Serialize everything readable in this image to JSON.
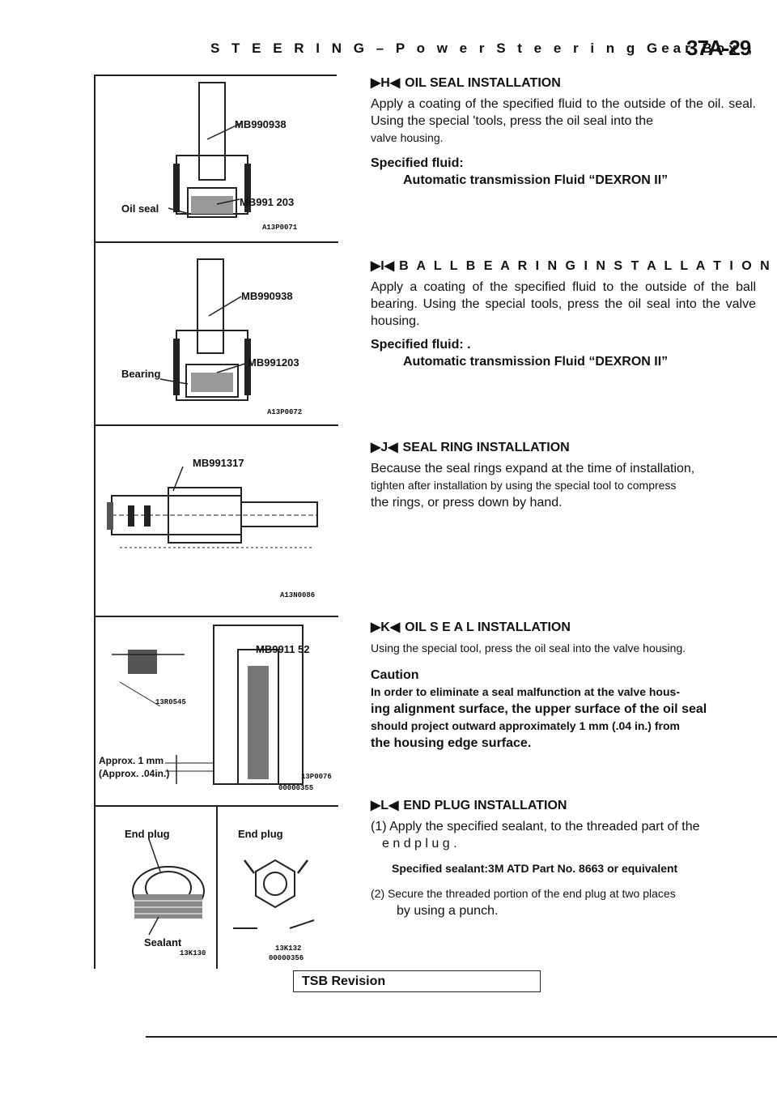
{
  "header": {
    "title": "S T E E R I N G – P o w e r S t e e r i n g Gear Box ,",
    "page": "37A-29"
  },
  "figures": {
    "fig1": {
      "tool_top": "MB990938",
      "tool_bottom": "MB991 203",
      "part": "Oil seal",
      "code": "A13P0071"
    },
    "fig2": {
      "tool_top": "MB990938",
      "tool_bottom": "MB991203",
      "part": "Bearing",
      "code": "A13P0072"
    },
    "fig3": {
      "tool": "MB991317",
      "code": "A13N0086"
    },
    "fig4": {
      "tool": "MB9911 52",
      "detail": "13R0545",
      "approx1": "Approx. 1 mm",
      "approx2": "(Approx. .04in.)",
      "code1": "13P0076",
      "code2": "00000355"
    },
    "fig5": {
      "left_label": "End plug",
      "sealant": "Sealant",
      "left_code": "13K130",
      "right_label": "End plug",
      "right_code1": "13K132",
      "right_code2": "00000356"
    }
  },
  "sections": {
    "h": {
      "marker": "▶H◀",
      "title": "OIL SEAL INSTALLATION",
      "p1": "Apply a coating of the specified fluid to the outside of the oil. seal. Using the special 'tools, press the oil seal into the",
      "p1b": "valve housing.",
      "spec_label": "Specified fluid:",
      "spec_value": "Automatic transmission Fluid “DEXRON II”"
    },
    "i": {
      "marker": "▶I◀",
      "title": "B A L L  B E A R I N G  I N S T A L L A T I O N",
      "p1": "Apply a coating of the specified fluid to the outside of the ball bearing. Using the special tools, press the oil seal into the valve housing.",
      "spec_label": "Specified fluid: .",
      "spec_value": "Automatic transmission Fluid “DEXRON II”"
    },
    "j": {
      "marker": "▶J◀",
      "title": "SEAL RING INSTALLATION",
      "p1": "Because the seal rings expand at the time of installation,",
      "p1b": "tighten after installation by using the special tool to compress",
      "p1c": "the rings, or press down by hand."
    },
    "k": {
      "marker": "▶K◀",
      "title": "OIL S E A L INSTALLATION",
      "p1": "Using the special tool, press the oil seal into the valve housing.",
      "caution": "Caution",
      "c1": "In order to eliminate a seal malfunction at the valve hous-",
      "c2": "ing alignment surface, the upper surface of the oil seal",
      "c3": "should project outward approximately 1 mm (.04 in.) from",
      "c4": "the housing edge surface."
    },
    "l": {
      "marker": "▶L◀",
      "title": "END PLUG INSTALLATION",
      "p1": "(1) Apply the specified sealant, to the threaded part of the",
      "p1b": "e n d  p l u g .",
      "spec": "Specified sealant:3M ATD Part No. 8663 or equivalent",
      "p2": "(2) Secure the threaded portion of the end plug at two places",
      "p2b": "by using a punch."
    }
  },
  "footer": {
    "tsb": "TSB Revision"
  }
}
